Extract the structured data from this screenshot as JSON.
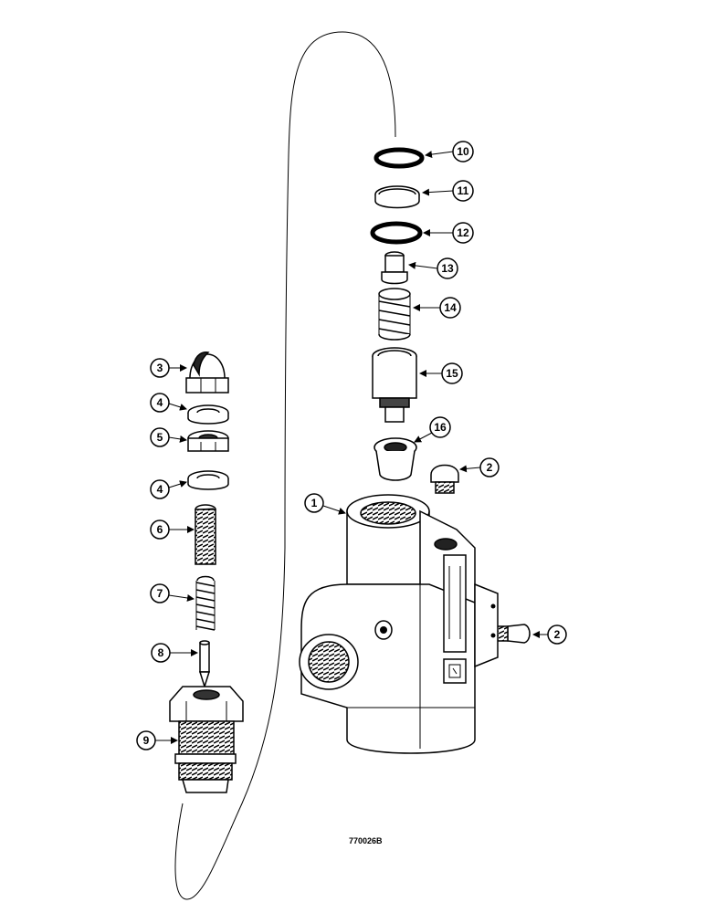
{
  "callouts": {
    "c1": "1",
    "c2a": "2",
    "c2b": "2",
    "c3": "3",
    "c4a": "4",
    "c4b": "4",
    "c5": "5",
    "c6": "6",
    "c7": "7",
    "c8": "8",
    "c9": "9",
    "c10": "10",
    "c11": "11",
    "c12": "12",
    "c13": "13",
    "c14": "14",
    "c15": "15",
    "c16": "16"
  },
  "figure_number": "770026B",
  "colors": {
    "ink": "#000000",
    "paper": "#ffffff",
    "shade": "#333333"
  }
}
